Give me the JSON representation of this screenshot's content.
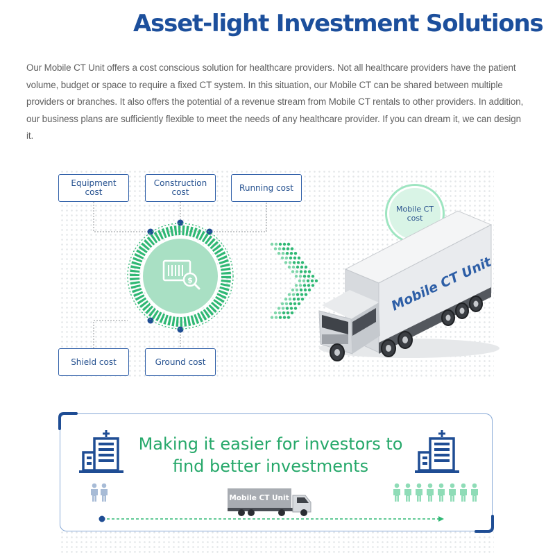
{
  "header": {
    "title": "Asset-light Investment Solutions",
    "intro": "Our Mobile CT Unit offers a cost conscious solution for healthcare providers.  Not all healthcare providers have the patient volume, budget or space to require a fixed CT system.  In this situation, our Mobile CT can be shared between multiple providers or branches.  It also offers the potential of a revenue stream from Mobile CT rentals to other providers.  In addition, our business plans are sufficiently flexible to meet the needs of any healthcare provider.  If you can dream it, we can design it."
  },
  "diagram": {
    "costs": {
      "equipment": "Equipment cost",
      "construction": "Construction cost",
      "running": "Running cost",
      "shield": "Shield cost",
      "ground": "Ground cost"
    },
    "mobile_cost": "Mobile CT cost",
    "truck_text": "Mobile CT Unit",
    "center_icon": "ct-scanner-dollar-search-icon",
    "arrow_icon": "chevron-right-dotted-icon"
  },
  "panel": {
    "text": "Making it easier for investors to find better investments",
    "truck_label": "Mobile CT Unit",
    "left_icons": [
      "hospital-building-icon",
      "people-icon"
    ],
    "right_icons": [
      "hospital-building-icon",
      "people-icon"
    ]
  },
  "colors": {
    "title_blue": "#1c4f9c",
    "box_blue": "#2f5fa8",
    "green": "#2fb874",
    "light_green": "#d9f4e6",
    "panel_border": "#86a8d6"
  }
}
